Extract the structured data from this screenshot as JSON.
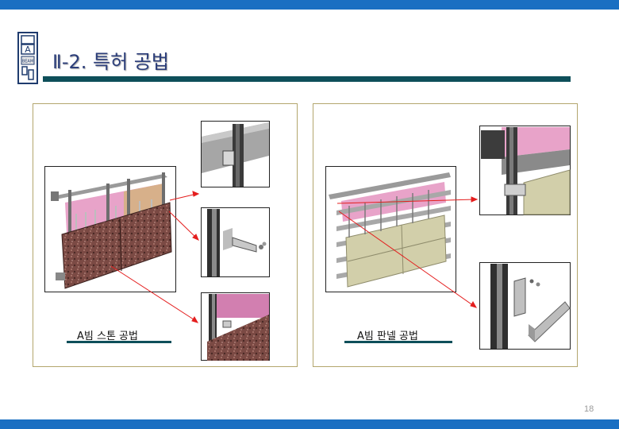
{
  "header": {
    "title": "Ⅱ-2. 특허 공법"
  },
  "logo": {
    "letter": "A",
    "text": "BEAM"
  },
  "left_panel": {
    "caption": "A빔 스톤 공법"
  },
  "right_panel": {
    "caption": "A빔 판넬 공법"
  },
  "footer": {
    "page_number": "18"
  },
  "colors": {
    "top_bar": "#1a6fc2",
    "title_rule": "#0e4f5a",
    "panel_border": "#b3a66d",
    "pointer_arrow": "#e41e1e"
  }
}
